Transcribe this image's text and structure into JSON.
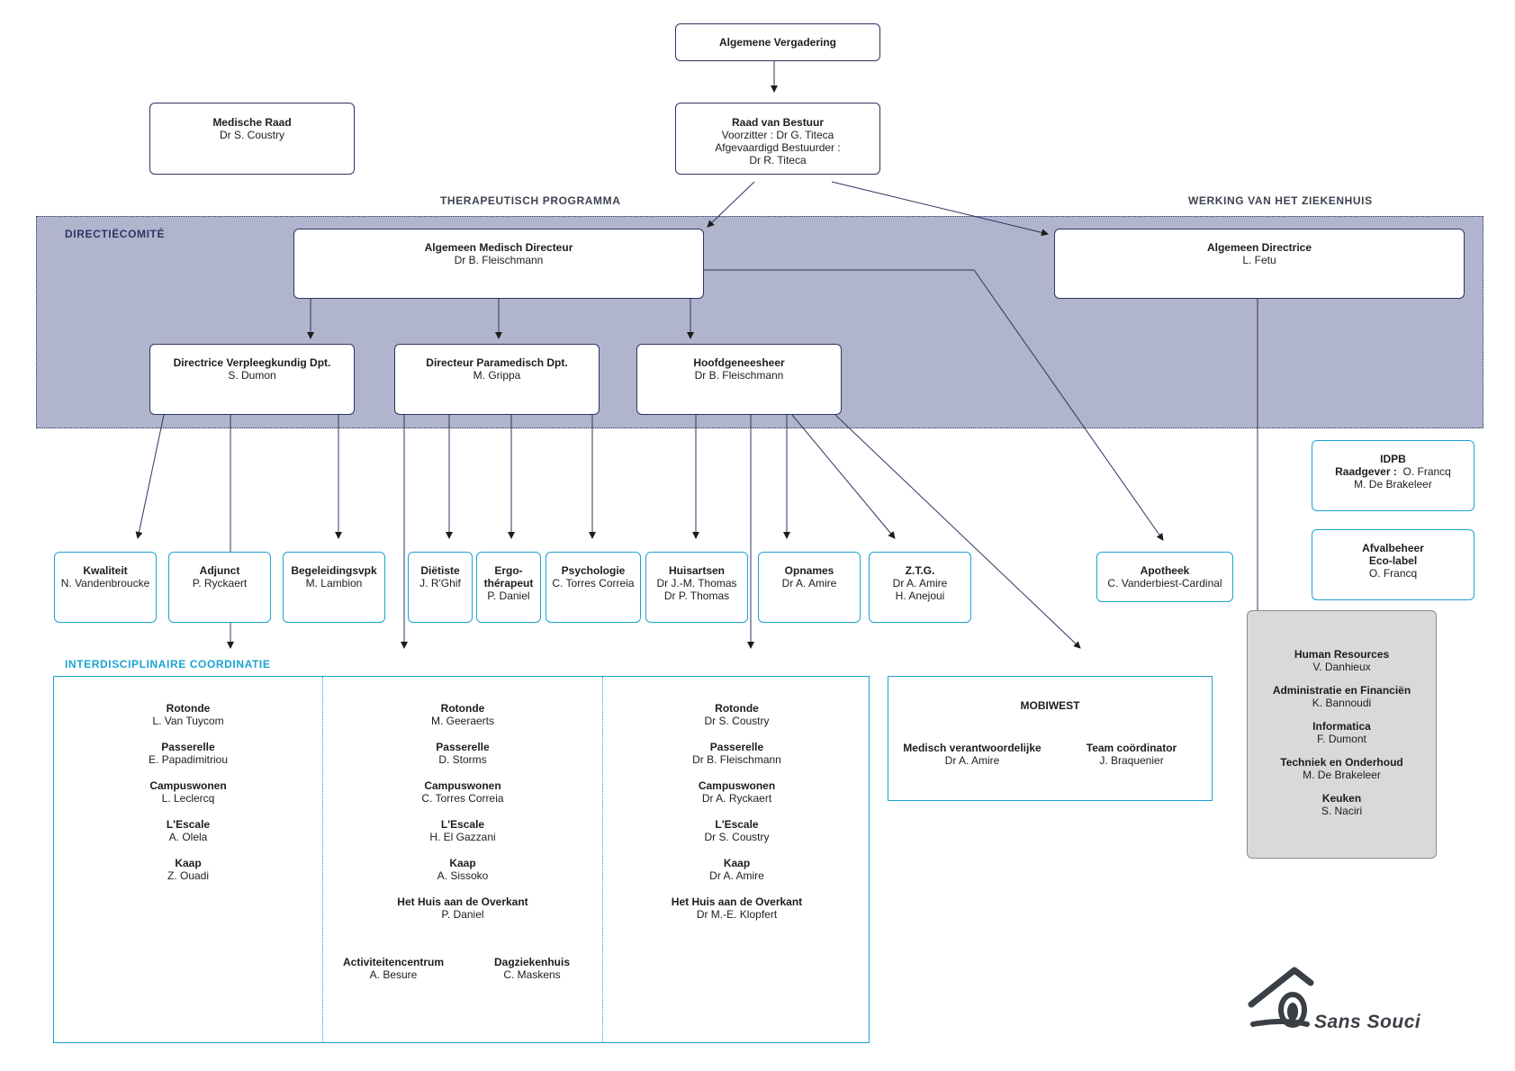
{
  "sections": {
    "therapeutic": "THERAPEUTISCH PROGRAMMA",
    "operations": "WERKING VAN HET ZIEKENHUIS",
    "directie": "DIRECTIËCOMITÉ",
    "interdisc": "INTERDISCIPLINAIRE COORDINATIE"
  },
  "general_assembly": {
    "title": "Algemene Vergadering"
  },
  "medical_council": {
    "title": "Medische Raad",
    "name": "Dr S. Coustry"
  },
  "board": {
    "title": "Raad van Bestuur",
    "line1": "Voorzitter :  Dr G. Titeca",
    "line2": "Afgevaardigd Bestuurder :",
    "line3": "Dr R. Titeca"
  },
  "medical_director": {
    "title": "Algemeen Medisch Directeur",
    "name": "Dr B. Fleischmann"
  },
  "general_director": {
    "title": "Algemeen Directrice",
    "name": "L. Fetu"
  },
  "nursing": {
    "title": "Directrice Verpleegkundig Dpt.",
    "name": "S. Dumon"
  },
  "paramedical": {
    "title": "Directeur Paramedisch Dpt.",
    "name": "M. Grippa"
  },
  "chief_physician": {
    "title": "Hoofdgeneesheer",
    "name": "Dr B. Fleischmann"
  },
  "services": {
    "kwaliteit": {
      "title": "Kwaliteit",
      "name": "N. Vandenbroucke"
    },
    "adjunct": {
      "title": "Adjunct",
      "name": "P. Ryckaert"
    },
    "begeleiding": {
      "title": "Begeleidingsvpk",
      "name": "M. Lambion"
    },
    "dietiste": {
      "title": "Diëtiste",
      "name": "J. R'Ghif"
    },
    "ergo": {
      "title1": "Ergo-",
      "title2": "thérapeut",
      "name": "P. Daniel"
    },
    "psycho": {
      "title": "Psychologie",
      "name": "C. Torres Correia"
    },
    "huisartsen": {
      "title": "Huisartsen",
      "name1": "Dr J.-M. Thomas",
      "name2": "Dr P. Thomas"
    },
    "opnames": {
      "title": "Opnames",
      "name": "Dr A. Amire"
    },
    "ztg": {
      "title": "Z.T.G.",
      "name1": "Dr A. Amire",
      "name2": "H. Anejoui"
    },
    "apotheek": {
      "title": "Apotheek",
      "name": "C. Vanderbiest-Cardinal"
    }
  },
  "idpb": {
    "title": "IDPB",
    "label": "Raadgever :",
    "name1": "O. Francq",
    "name2": "M. De Brakeleer"
  },
  "waste": {
    "title1": "Afvalbeheer",
    "title2": "Eco-label",
    "name": "O. Francq"
  },
  "operations_box": [
    {
      "title": "Human Resources",
      "name": "V. Danhieux"
    },
    {
      "title": "Administratie en Financiën",
      "name": "K. Bannoudi"
    },
    {
      "title": "Informatica",
      "name": "F. Dumont"
    },
    {
      "title": "Techniek en Onderhoud",
      "name": "M. De Brakeleer"
    },
    {
      "title": "Keuken",
      "name": "S. Naciri"
    }
  ],
  "coord_col1": [
    {
      "title": "Rotonde",
      "name": "L. Van Tuycom"
    },
    {
      "title": "Passerelle",
      "name": "E. Papadimitriou"
    },
    {
      "title": "Campuswonen",
      "name": "L. Leclercq"
    },
    {
      "title": "L'Escale",
      "name": "A. Olela"
    },
    {
      "title": "Kaap",
      "name": "Z. Ouadi"
    }
  ],
  "coord_col2": [
    {
      "title": "Rotonde",
      "name": "M. Geeraerts"
    },
    {
      "title": "Passerelle",
      "name": "D. Storms"
    },
    {
      "title": "Campuswonen",
      "name": "C. Torres Correia"
    },
    {
      "title": "L'Escale",
      "name": "H. El Gazzani"
    },
    {
      "title": "Kaap",
      "name": "A. Sissoko"
    },
    {
      "title": "Het Huis aan de Overkant",
      "name": "P. Daniel"
    }
  ],
  "coord_col2_sub": [
    {
      "title": "Activiteitencentrum",
      "name": "A. Besure"
    },
    {
      "title": "Dagziekenhuis",
      "name": "C. Maskens"
    }
  ],
  "coord_col3": [
    {
      "title": "Rotonde",
      "name": "Dr S. Coustry"
    },
    {
      "title": "Passerelle",
      "name": "Dr B. Fleischmann"
    },
    {
      "title": "Campuswonen",
      "name": "Dr A. Ryckaert"
    },
    {
      "title": "L'Escale",
      "name": "Dr S. Coustry"
    },
    {
      "title": "Kaap",
      "name": "Dr A. Amire"
    },
    {
      "title": "Het Huis aan de Overkant",
      "name": "Dr M.-E. Klopfert"
    }
  ],
  "mobiwest": {
    "title": "MOBIWEST",
    "role1": "Medisch verantwoordelijke",
    "name1": "Dr A. Amire",
    "role2": "Team coördinator",
    "name2": "J. Braquenier"
  },
  "logo": {
    "text": "Sans Souci"
  },
  "colors": {
    "navy": "#2d3561",
    "cyan": "#1ba3d3",
    "band": "#b1b4cd",
    "gray_box": "#d7d9db"
  }
}
